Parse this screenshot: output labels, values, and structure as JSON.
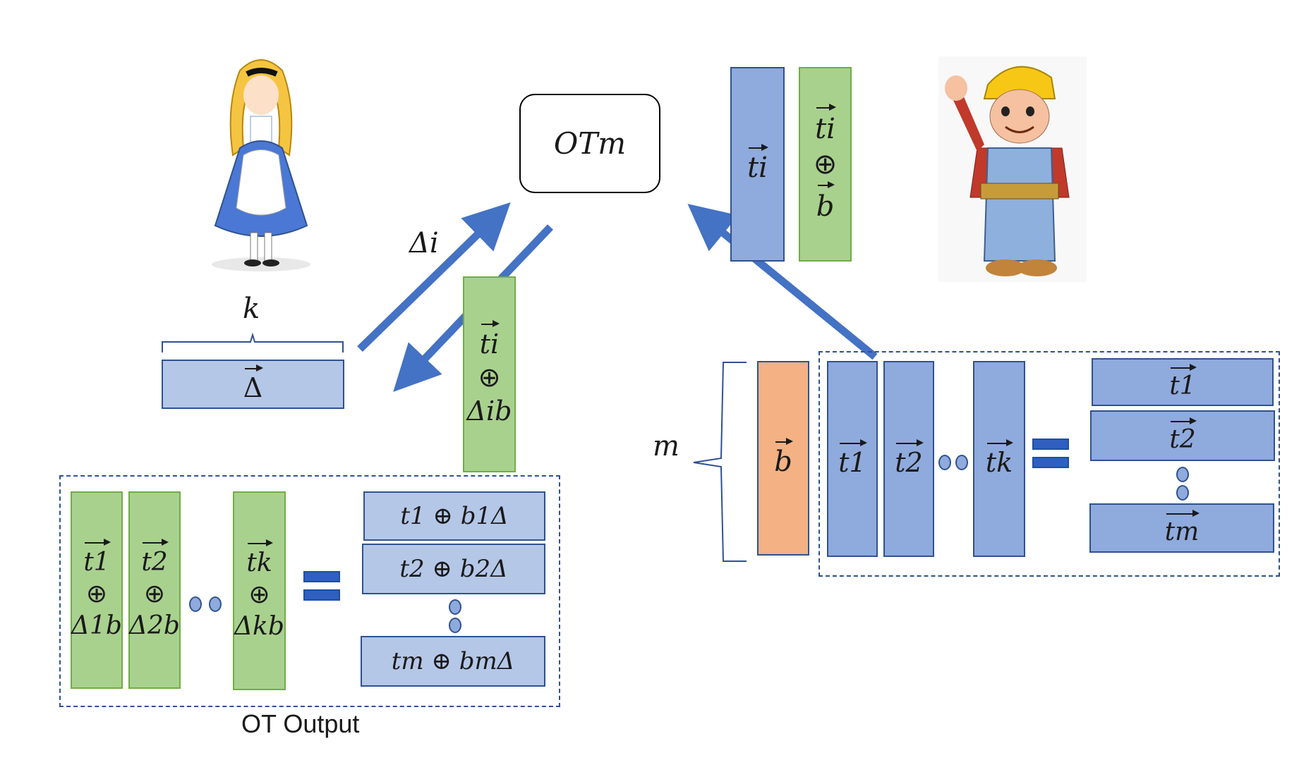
{
  "ot_box": {
    "label": "OTm"
  },
  "labels": {
    "delta_i": "Δi",
    "k": "k",
    "m": "m",
    "ot_output": "OT Output"
  },
  "alice": {
    "name": "alice-illustration"
  },
  "bob": {
    "name": "bob-illustration"
  },
  "delta_vector": "Δ",
  "sent_to_ot": {
    "left": "ti",
    "right_top": "ti",
    "right_op": "⊕",
    "right_bottom": "b"
  },
  "returned": {
    "top": "ti",
    "op": "⊕",
    "bottom": "Δib"
  },
  "bob_inputs": {
    "b": "b",
    "columns": [
      "t1",
      "t2",
      "tk"
    ],
    "rows": [
      "t1",
      "t2",
      "tm"
    ]
  },
  "ot_output": {
    "columns": [
      {
        "top": "t1",
        "op": "⊕",
        "bottom": "Δ1b"
      },
      {
        "top": "t2",
        "op": "⊕",
        "bottom": "Δ2b"
      },
      {
        "top": "tk",
        "op": "⊕",
        "bottom": "Δkb"
      }
    ],
    "rows": [
      "t1 ⊕ b1Δ",
      "t2 ⊕ b2Δ",
      "tm ⊕ bmΔ"
    ]
  },
  "colors": {
    "blue": "#8faadc",
    "light_blue": "#b4c7e7",
    "green": "#a9d18e",
    "orange": "#f4b183",
    "arrow": "#4472c4"
  }
}
